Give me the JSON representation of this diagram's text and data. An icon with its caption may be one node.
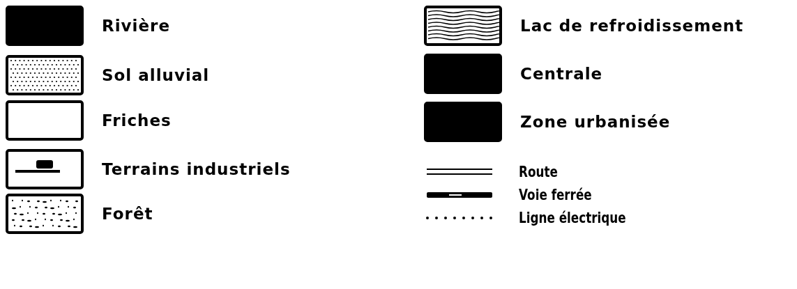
{
  "diagram": {
    "legend": [
      {
        "text": "Rivière",
        "color": "#000000"
      },
      {
        "text": "Sol alluvial"
      },
      {
        "text": "Friches"
      },
      {
        "text": "Terrains industriels"
      },
      {
        "text": "Forêt"
      },
      {
        "text": "Lac de refroidissement"
      },
      {
        "text": "Centrale",
        "color": "#000000"
      },
      {
        "text": "Zone urbanisée",
        "color": "#000000"
      },
      {
        "text": "Route"
      },
      {
        "text": "Voie ferrée"
      },
      {
        "text": "Ligne électrique"
      }
    ]
  }
}
